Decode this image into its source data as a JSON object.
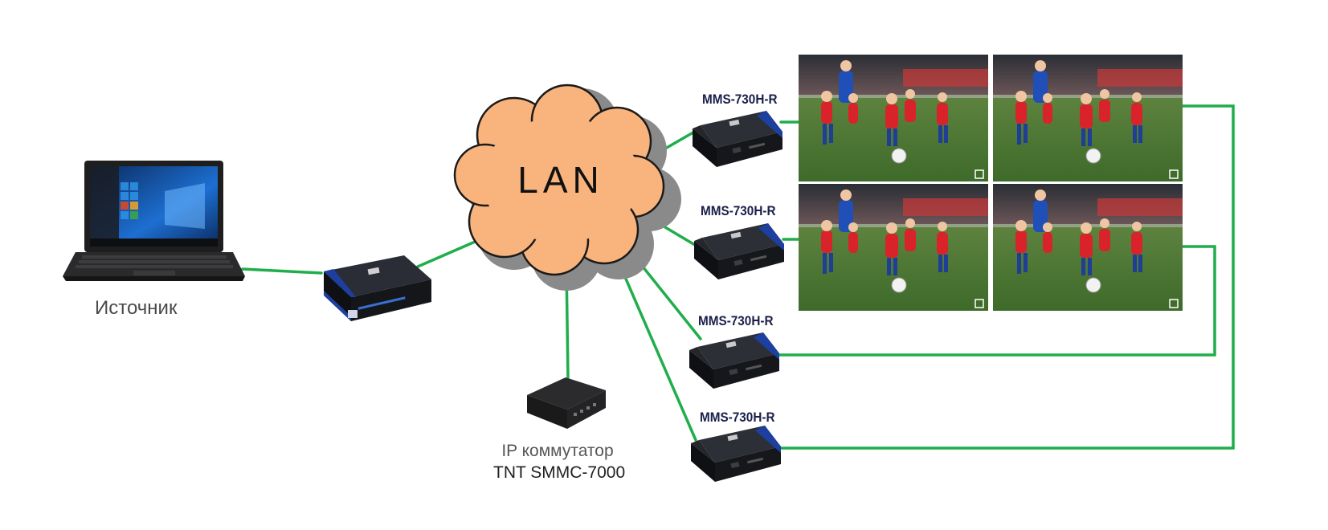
{
  "source": {
    "label": "Источник"
  },
  "cloud": {
    "label": "LAN"
  },
  "receivers": [
    {
      "model": "MMS-730H-R"
    },
    {
      "model": "MMS-730H-R"
    },
    {
      "model": "MMS-730H-R"
    },
    {
      "model": "MMS-730H-R"
    }
  ],
  "ip_switch": {
    "name": "IP коммутатор",
    "model": "TNT SMMC-7000"
  },
  "colors": {
    "cable": "#1fae4b",
    "cloud_fill": "#f9b47d",
    "cloud_shadow": "#8a8a8a",
    "device": "#1b1d22",
    "device_accent": "#1d3fa0",
    "label_blue": "#1a1f4a"
  }
}
